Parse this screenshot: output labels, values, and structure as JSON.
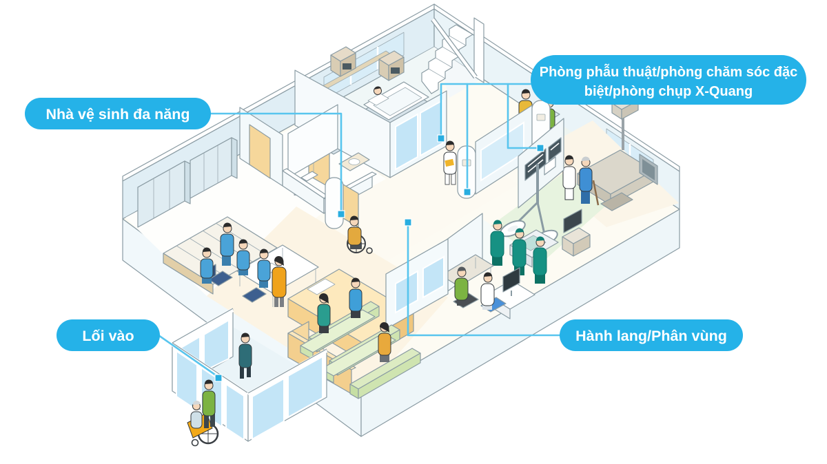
{
  "callouts": {
    "multi_purpose_toilet": {
      "label": "Nhà vệ sinh đa năng"
    },
    "surgery_icu_xray": {
      "label": "Phòng phẫu thuật/phòng chăm sóc đặc biệt/phòng chụp X-Quang",
      "line1": "Phòng phẫu thuật/phòng chăm sóc đặc",
      "line2": "biệt/phòng chụp X-Quang"
    },
    "entrance": {
      "label": "Lối vào"
    },
    "corridor_zoning": {
      "label": "Hành lang/Phân vùng"
    }
  },
  "colors": {
    "callout_fill": "#25b2e8",
    "callout_text": "#ffffff",
    "leader_line": "#58c5ee",
    "leader_dot": "#28ade0",
    "wall_face": "#e2f0f6",
    "floor_waiting": "#fcf4e4",
    "floor_operating": "#e7f3df",
    "door_orange": "#f6d79b",
    "bench_green": "#dcebc2",
    "glass_blue": "#c3e5f7",
    "scrubs_teal": "#169183",
    "uniform_blue": "#4aa3d8",
    "visitor_orange": "#f0a31c",
    "helper_green": "#7cb342"
  }
}
